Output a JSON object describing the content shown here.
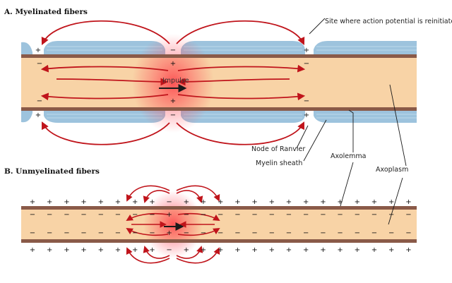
{
  "panel_a": {
    "title": "A. Myelinated fibers",
    "impulse_label": "Impulse",
    "site_label": "Site where action potential is reinitiated",
    "node_label": "Node of Ranvier",
    "myelin_label": "Myelin sheath",
    "axolemma_label": "Axolemma",
    "axoplasm_label": "Axoplasm"
  },
  "panel_b": {
    "title": "B. Unmyelinated fibers"
  },
  "colors": {
    "axoplasm": "#f8d3a6",
    "membrane": "#8a5a48",
    "myelin": "#9dc3dd",
    "myelin_line": "#c9e0ee",
    "arrow": "#c0141b",
    "glow": "#ff2a3a"
  }
}
